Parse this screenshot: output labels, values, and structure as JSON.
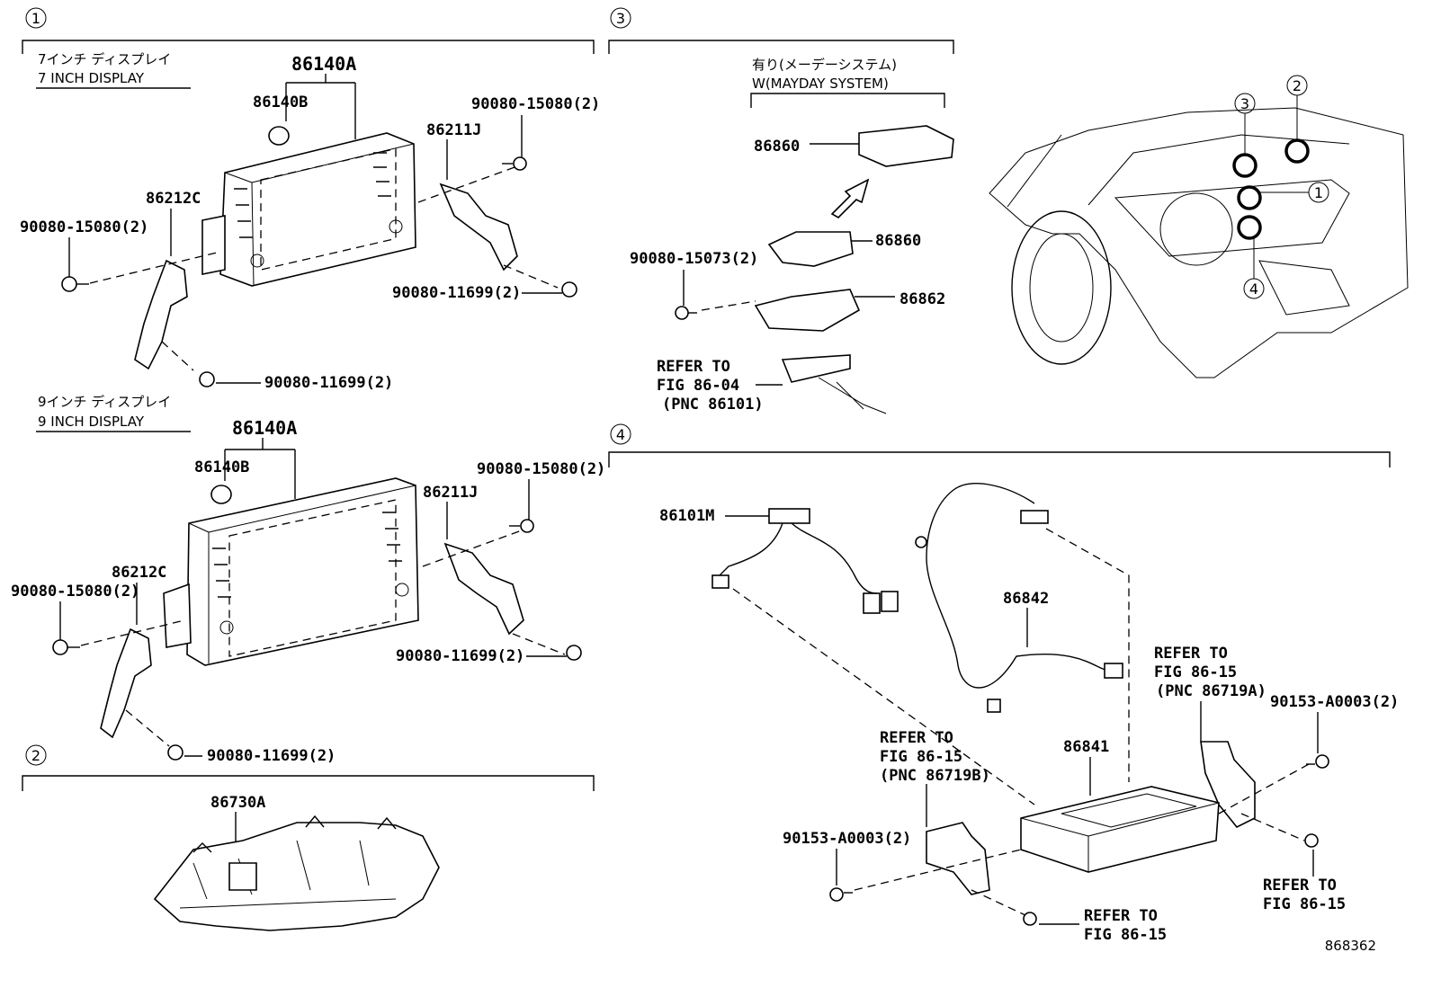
{
  "sections": {
    "s1": {
      "badge": "1"
    },
    "s2": {
      "badge": "2"
    },
    "s3": {
      "badge": "3"
    },
    "s4": {
      "badge": "4"
    }
  },
  "display7": {
    "jp": "7インチ ディスプレイ",
    "en": "7 INCH DISPLAY",
    "parts": {
      "p86140A": "86140A",
      "p86140B": "86140B",
      "p86211J": "86211J",
      "p86212C": "86212C",
      "bolt_upper_right": "90080-15080(2)",
      "bolt_left": "90080-15080(2)",
      "screw_right": "90080-11699(2)",
      "screw_bottom": "90080-11699(2)"
    }
  },
  "display9": {
    "jp": "9インチ ディスプレイ",
    "en": "9 INCH DISPLAY",
    "parts": {
      "p86140A": "86140A",
      "p86140B": "86140B",
      "p86211J": "86211J",
      "p86212C": "86212C",
      "bolt_upper_right": "90080-15080(2)",
      "bolt_left": "90080-15080(2)",
      "screw_right": "90080-11699(2)",
      "screw_bottom": "90080-11699(2)"
    }
  },
  "section2": {
    "part": "86730A"
  },
  "section3": {
    "jp": "有り(メーデーシステム)",
    "en": "W(MAYDAY SYSTEM)",
    "p86860a": "86860",
    "p86860b": "86860",
    "p86862": "86862",
    "bolt": "90080-15073(2)",
    "refer1": "REFER TO",
    "refer2": "FIG 86-04",
    "refer3": "(PNC 86101)"
  },
  "section4": {
    "p86101M": "86101M",
    "p86842": "86842",
    "p86841": "86841",
    "refA1": "REFER TO",
    "refA2": "FIG 86-15",
    "refA3": "(PNC 86719A)",
    "refB1": "REFER TO",
    "refB2": "FIG 86-15",
    "refB3": "(PNC 86719B)",
    "bolt_right": "90153-A0003(2)",
    "bolt_left": "90153-A0003(2)",
    "refC1": "REFER TO",
    "refC2": "FIG 86-15",
    "refD1": "REFER TO",
    "refD2": "FIG 86-15"
  },
  "locator": {
    "c1": "1",
    "c2": "2",
    "c3": "3",
    "c4": "4"
  },
  "figure_id": "868362"
}
